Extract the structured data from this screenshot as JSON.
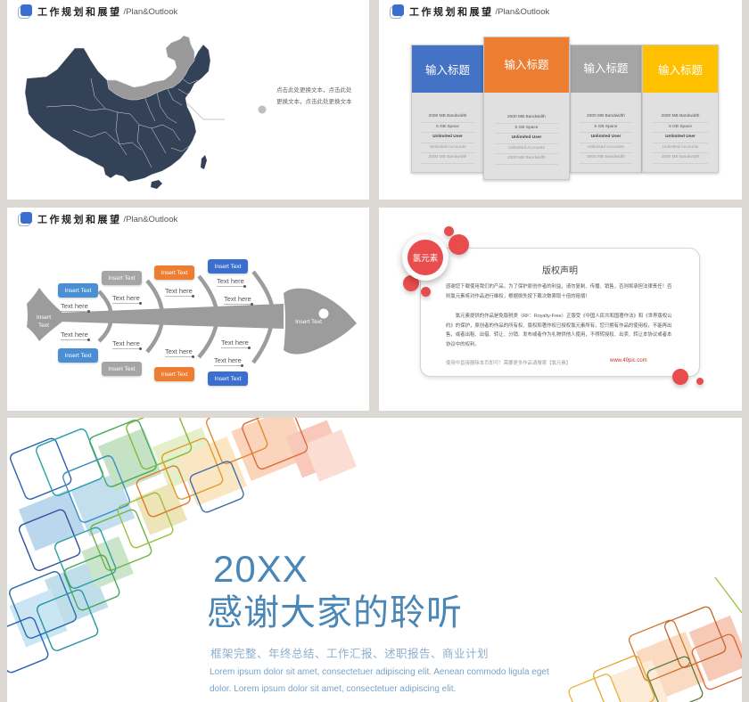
{
  "colors": {
    "background": "#dcd9d5",
    "header_accent": "#3b6fcf",
    "map_fill": "#344257",
    "map_highlight": "#9a9a9a",
    "fish_gray": "#9c9c9c",
    "blue": "#3b6fcf",
    "light_blue": "#4a8fd4",
    "orange": "#ed7d31",
    "gray": "#a5a5a5",
    "yellow": "#ffc000",
    "red": "#e84c4c",
    "final_text": "#4a86b6"
  },
  "header": {
    "title": "工作规划和展望",
    "subtitle": "/Plan&Outlook"
  },
  "slide_map": {
    "callout_text": "点击此处更换文本，点击此处更换文本，点击此处更换文本"
  },
  "slide_pricing": {
    "columns": [
      {
        "title": "输入标题",
        "color": "#4472c4",
        "items": [
          "2000 MB Bandwidth",
          "5 GB Space",
          "Unlimited User",
          "Unlimited Accounts",
          "2000 MB Bandwidth"
        ]
      },
      {
        "title": "输入标题",
        "color": "#ed7d31",
        "items": [
          "2000 MB Bandwidth",
          "5 GB Space",
          "Unlimited User",
          "Unlimited Accounts",
          "2000 MB Bandwidth"
        ]
      },
      {
        "title": "输入标题",
        "color": "#a5a5a5",
        "items": [
          "2000 MB Bandwidth",
          "5 GB Space",
          "Unlimited User",
          "Unlimited Accounts",
          "2000 MB Bandwidth"
        ]
      },
      {
        "title": "输入标题",
        "color": "#ffc000",
        "items": [
          "2000 MB Bandwidth",
          "5 GB Space",
          "Unlimited User",
          "Unlimited Accounts",
          "2000 MB Bandwidth"
        ]
      }
    ]
  },
  "slide_fishbone": {
    "tail_label": "Insert Text",
    "head_label": "Insert Text",
    "top_boxes": [
      "Insert Text",
      "Insert Text",
      "Insert Text",
      "Insert Text"
    ],
    "bottom_boxes": [
      "Insert Text",
      "Insert Text",
      "Insert Text",
      "Insert Text"
    ],
    "top_texts": [
      "Text here",
      "Text here",
      "Text here",
      "Text here",
      "Text here"
    ],
    "bottom_texts": [
      "Text here",
      "Text here",
      "Text here",
      "Text here",
      "Text here"
    ]
  },
  "slide_copyright": {
    "badge": "氯元素",
    "title": "版权声明",
    "para1": "感谢您下载使用我们的产品，为了保护原创作者的利益，请勿复制、传播、销售，否则将承担法律责任！否则氯元素将对作品进行维权，根据损失按下载次数索取十倍的赔偿！",
    "para2": "　　氯元素提供的作品是免版税类（RF：Royalty-Free）正版受《中国人民共和国著作法》和《世界版权公约》的保护，原创者的作品的所有权、版权和著作权已授权氯元素所有，您只拥有作品的使用权，不能再出售，或者出租、出借、转让、分销、发布或者作为礼物供他人使用，不得转授权、出卖、转让本协议或者本协议中的权利。",
    "footer": "使用中直接删除本页即可！需要更多作品请搜索【氯元素】",
    "url": "www.49pic.com"
  },
  "slide_final": {
    "year": "20XX",
    "title": "感谢大家的聆听",
    "subtitle": "框架完整、年终总结、工作汇报、述职报告、商业计划",
    "lorem": "Lorem ipsum dolor sit amet, consectetuer adipiscing elit. Aenean commodo ligula eget dolor. Lorem ipsum dolor sit amet, consectetuer adipiscing elit."
  }
}
